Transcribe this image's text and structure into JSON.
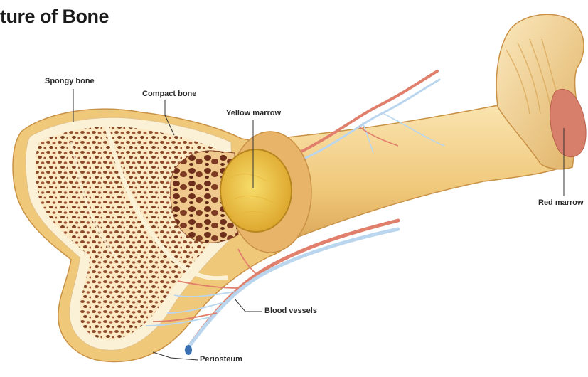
{
  "title": "ture of Bone",
  "labels": {
    "spongy_bone": "Spongy bone",
    "compact_bone": "Compact bone",
    "yellow_marrow": "Yellow marrow",
    "red_marrow": "Red marrow",
    "blood_vessels": "Blood vessels",
    "periosteum": "Periosteum"
  },
  "colors": {
    "bone_outer": "#f0c87a",
    "bone_shaft": "#f3d79a",
    "bone_inner": "#fbf1d6",
    "spongy_pores": "#8a4a2a",
    "yellow_marrow": "#f2c83c",
    "red_marrow": "#d77f6a",
    "artery": "#e07f6c",
    "vein": "#b9d6ee",
    "leader_line": "#333333"
  }
}
